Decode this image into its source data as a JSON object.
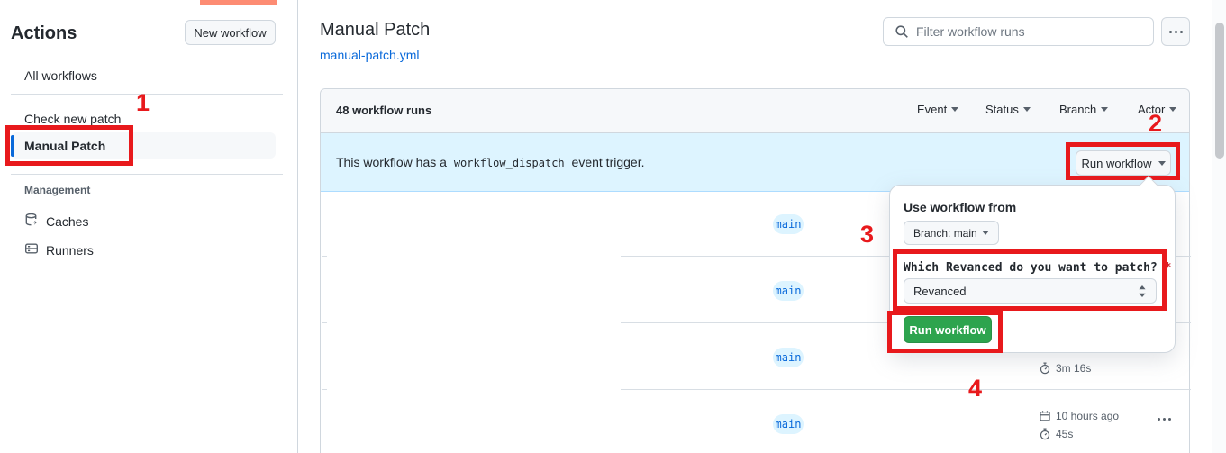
{
  "annotations": {
    "step1": "1",
    "step2": "2",
    "step3": "3",
    "step4": "4",
    "color": "#e8191c"
  },
  "sidebar": {
    "title": "Actions",
    "new_workflow_button": "New workflow",
    "items": {
      "all_workflows": "All workflows",
      "check_new_patch": "Check new patch",
      "manual_patch": "Manual Patch"
    },
    "management": {
      "section_label": "Management",
      "caches": "Caches",
      "runners": "Runners"
    }
  },
  "header": {
    "title": "Manual Patch",
    "workflow_file_link": "manual-patch.yml",
    "filter_placeholder": "Filter workflow runs"
  },
  "runs_table": {
    "count_label": "48 workflow runs",
    "filters": {
      "event": "Event",
      "status": "Status",
      "branch": "Branch",
      "actor": "Actor"
    },
    "banner": {
      "text_before": "This workflow has a",
      "code": "workflow_dispatch",
      "text_after": "event trigger.",
      "run_workflow_button": "Run workflow"
    },
    "rows": [
      {
        "branch": "main"
      },
      {
        "branch": "main"
      },
      {
        "branch": "main",
        "duration": "3m 16s"
      },
      {
        "branch": "main",
        "date": "10 hours ago",
        "duration": "45s"
      }
    ]
  },
  "run_dialog": {
    "heading": "Use workflow from",
    "branch_selector": "Branch: main",
    "input_label": "Which Revanced do you want to patch?",
    "required_marker": "*",
    "input_value": "Revanced",
    "submit_button": "Run workflow"
  },
  "colors": {
    "annotation_red": "#e8191c",
    "banner_blue": "#ddf4ff",
    "link_blue": "#0969da",
    "button_green": "#2da44e",
    "tab_underline_coral": "#fd8c73"
  }
}
